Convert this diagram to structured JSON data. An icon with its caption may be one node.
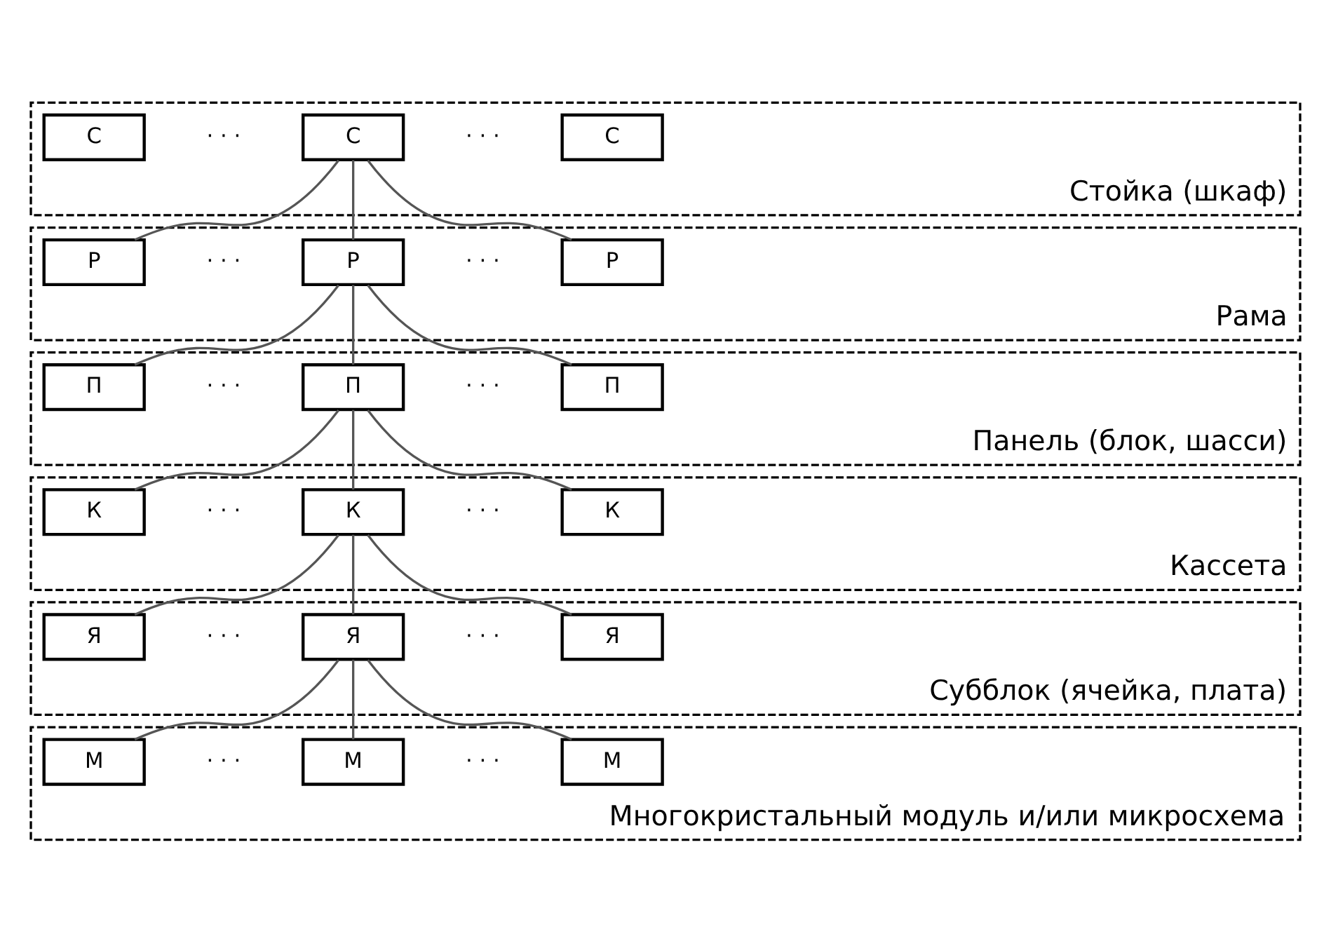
{
  "diagram": {
    "nodes": [
      {
        "text": [
          "Стойка (шкаф)"
        ]
      },
      {
        "text": [
          "С"
        ],
        "in": 0
      },
      {
        "text": [
          "С"
        ],
        "in": 0
      },
      {
        "text": [
          "С"
        ],
        "in": 0
      },
      {
        "text": [
          "Рама"
        ]
      },
      {
        "text": [
          "Р"
        ],
        "in": 4
      },
      {
        "text": [
          "Р"
        ],
        "in": 4
      },
      {
        "text": [
          "Р"
        ],
        "in": 4
      },
      {
        "text": [
          "Панель (блок, шасси)"
        ]
      },
      {
        "text": [
          "П"
        ],
        "in": 8
      },
      {
        "text": [
          "П"
        ],
        "in": 8
      },
      {
        "text": [
          "П"
        ],
        "in": 8
      },
      {
        "text": [
          "Кассета"
        ]
      },
      {
        "text": [
          "К"
        ],
        "in": 12
      },
      {
        "text": [
          "К"
        ],
        "in": 12
      },
      {
        "text": [
          "К"
        ],
        "in": 12
      },
      {
        "text": [
          "Субблок (ячейка, плата)"
        ]
      },
      {
        "text": [
          "Я"
        ],
        "in": 16
      },
      {
        "text": [
          "Я"
        ],
        "in": 16
      },
      {
        "text": [
          "Я"
        ],
        "in": 16
      },
      {
        "text": [
          "Многокристальный модуль и/или микросхема"
        ]
      },
      {
        "text": [
          "М"
        ],
        "in": 20
      },
      {
        "text": [
          "М"
        ],
        "in": 20
      },
      {
        "text": [
          "М"
        ],
        "in": 20
      }
    ],
    "edges": [
      {
        "from": 2,
        "to": 5,
        "arrow": "none"
      },
      {
        "from": 2,
        "to": 6,
        "arrow": "none"
      },
      {
        "from": 2,
        "to": 7,
        "arrow": "none"
      },
      {
        "from": 6,
        "to": 9,
        "arrow": "none"
      },
      {
        "from": 6,
        "to": 10,
        "arrow": "none"
      },
      {
        "from": 6,
        "to": 11,
        "arrow": "none"
      },
      {
        "from": 10,
        "to": 13,
        "arrow": "none"
      },
      {
        "from": 10,
        "to": 14,
        "arrow": "none"
      },
      {
        "from": 10,
        "to": 15,
        "arrow": "none"
      },
      {
        "from": 14,
        "to": 17,
        "arrow": "none"
      },
      {
        "from": 14,
        "to": 18,
        "arrow": "none"
      },
      {
        "from": 14,
        "to": 19,
        "arrow": "none"
      },
      {
        "from": 18,
        "to": 21,
        "arrow": "none"
      },
      {
        "from": 18,
        "to": 22,
        "arrow": "none"
      },
      {
        "from": 18,
        "to": 23,
        "arrow": "none"
      }
    ],
    "labels": [
      "· · ·",
      "· · ·",
      "· · ·",
      "· · ·",
      "· · ·",
      "· · ·",
      "· · ·",
      "· · ·",
      "· · ·",
      "· · ·",
      "· · ·",
      "· · ·"
    ]
  }
}
